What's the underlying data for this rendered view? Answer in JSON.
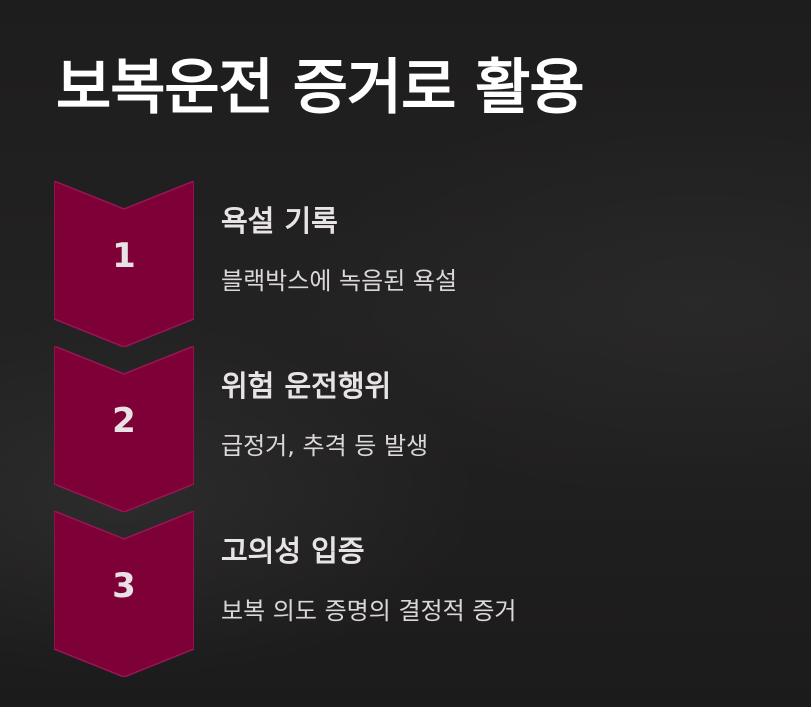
{
  "title": "보복운전 증거로 활용",
  "accent_color": "#7d0037",
  "accent_border_color": "#9a1554",
  "steps": [
    {
      "number": "1",
      "title": "욕설 기록",
      "description": "블랙박스에 녹음된 욕설"
    },
    {
      "number": "2",
      "title": "위험 운전행위",
      "description": "급정거, 추격 등 발생"
    },
    {
      "number": "3",
      "title": "고의성 입증",
      "description": "보복 의도 증명의 결정적 증거"
    }
  ]
}
